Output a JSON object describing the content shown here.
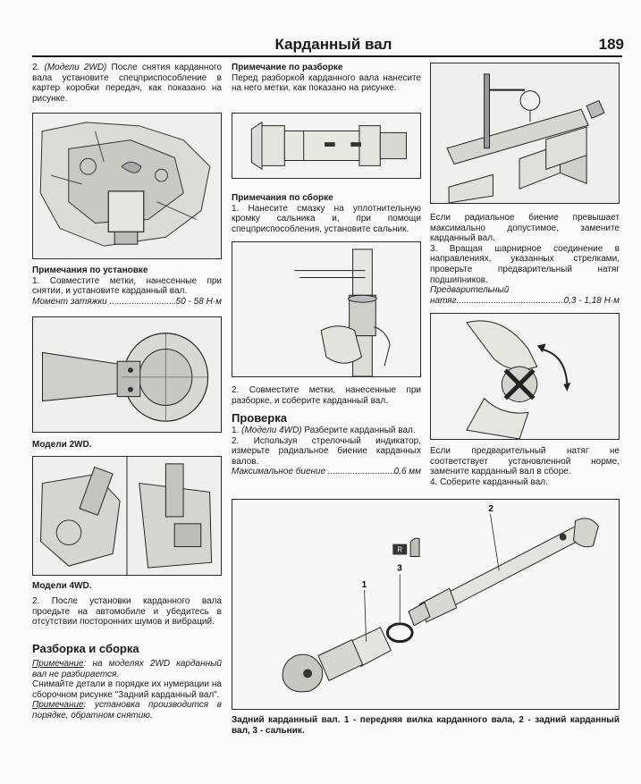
{
  "header": {
    "title": "Карданный вал",
    "page_number": "189"
  },
  "col1": {
    "p_removal_2wd": {
      "num": "2. ",
      "model": "(Модели 2WD)",
      "text": " После снятия карданного вала установите спецприспособление в картер коробки передач, как показано на рисунке."
    },
    "install_notes_heading": "Примечания по установке",
    "install_step1": "1. Совместите метки, нанесенные при снятии, и установите карданный вал.",
    "torque_label": "Момент затяжки",
    "torque_value": "50 - 58 Н·м",
    "caption_2wd": "Модели 2WD.",
    "caption_4wd": "Модели 4WD.",
    "install_step2": "2. После установки карданного вала проедьте на автомобиле и убедитесь в отсутствии посторонних шумов и вибраций.",
    "disassembly_heading": "Разборка и сборка",
    "note1_label": "Примечание",
    "note1_text": ": на моделях 2WD карданный вал не разбирается.",
    "note1_cont": "Снимайте детали в порядке их нумерации на сборочном рисунке \"Задний карданный вал\".",
    "note2_label": "Примечание",
    "note2_text": ": установка производится в порядке, обратном снятию."
  },
  "col2": {
    "disassembly_note_heading": "Примечание по разборке",
    "disassembly_note_text": "Перед разборкой карданного вала нанесите на него метки, как показано на рисунке.",
    "assembly_notes_heading": "Примечания по сборке",
    "assembly_step1": "1. Нанесите смазку на уплотнительную кромку сальника и, при помощи спецприспособления, установите сальник.",
    "assembly_step2": "2. Совместите метки, нанесенные при разборке, и соберите карданный вал.",
    "check_heading": "Проверка",
    "check_step1_num": "1. ",
    "check_step1_model": "(Модели 4WD)",
    "check_step1_text": " Разберите карданный вал.",
    "check_step2": "2. Используя стрелочный индикатор, измерьте радиальное биение карданных валов.",
    "runout_label": "Максимальное биение",
    "runout_value": "0,6 мм"
  },
  "col3": {
    "runout_exceeds": "Если радиальное биение превышает максимально допустимое, замените карданный вал.",
    "step3": "3. Вращая шарнирное соединение в направлениях, указанных стрелками, проверьте предварительный натяг подшипников.",
    "preload_label1": "Предварительный",
    "preload_label2": "натяг",
    "preload_value": "0,3 - 1,18 Н·м",
    "preload_mismatch": "Если предварительный натяг не соответствует установленной норме, замените карданный вал в сборе.",
    "step4": "4. Соберите карданный вал."
  },
  "assembly_figure": {
    "callout_1": "1",
    "callout_2": "2",
    "callout_3": "3",
    "grease_label": "R",
    "caption": "Задний карданный вал. 1 - передняя вилка карданного вала, 2 - задний карданный вал, 3 - сальник."
  }
}
